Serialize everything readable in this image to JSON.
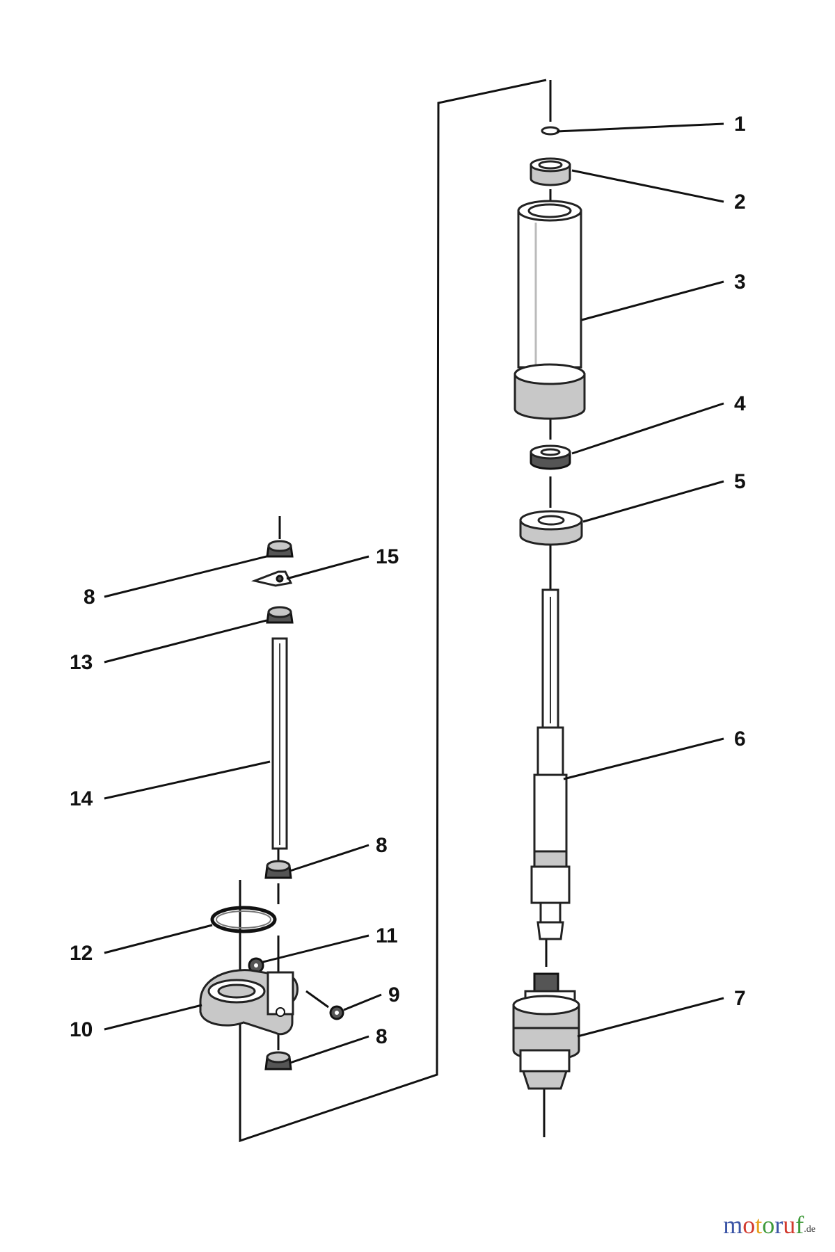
{
  "diagram": {
    "callouts": [
      "1",
      "2",
      "3",
      "4",
      "5",
      "6",
      "7",
      "8",
      "8",
      "8",
      "9",
      "10",
      "11",
      "12",
      "13",
      "14",
      "15"
    ]
  },
  "watermark": {
    "letters": [
      {
        "ch": "m",
        "color": "#3b55a6"
      },
      {
        "ch": "o",
        "color": "#d23b2f"
      },
      {
        "ch": "t",
        "color": "#e7a21e"
      },
      {
        "ch": "o",
        "color": "#3f9a3a"
      },
      {
        "ch": "r",
        "color": "#3b55a6"
      },
      {
        "ch": "u",
        "color": "#d23b2f"
      },
      {
        "ch": "f",
        "color": "#3f9a3a"
      }
    ],
    "suffix": ".de"
  }
}
